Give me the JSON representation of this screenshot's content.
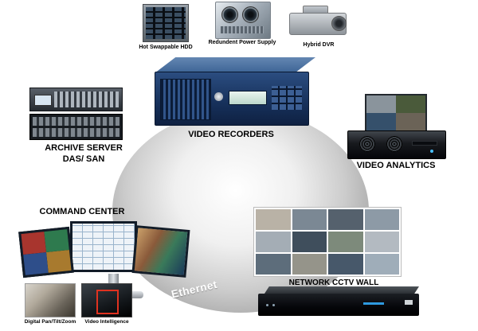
{
  "diagram": {
    "ethernet_label": "Ethernet",
    "nodes": {
      "hot_swappable_hdd": {
        "label": "Hot Swappable HDD"
      },
      "redundant_power_supply": {
        "label": "Redundent Power Supply"
      },
      "hybrid_dvr": {
        "label": "Hybrid DVR"
      },
      "video_recorders": {
        "label": "VIDEO RECORDERS"
      },
      "archive_server": {
        "label_line1": "ARCHIVE SERVER",
        "label_line2": "DAS/ SAN"
      },
      "video_analytics": {
        "label": "VIDEO ANALYTICS"
      },
      "command_center": {
        "label": "COMMAND CENTER"
      },
      "network_cctv_wall": {
        "label": "NETWORK CCTV WALL"
      },
      "digital_pan_tilt_zoom": {
        "label": "Digital Pan/Tilt/Zoom"
      },
      "video_intelligence": {
        "label": "Video Intelligence"
      }
    },
    "cctv_tiles": [
      "#b9b2a6",
      "#7b8894",
      "#55616d",
      "#8d9aa6",
      "#a4adb5",
      "#3f4e5c",
      "#7d8a7b",
      "#b3bac1",
      "#5d6d7b",
      "#95948a",
      "#47586a",
      "#9fadb9"
    ],
    "colors": {
      "ethernet_ring": "#9a9a9a",
      "recorder_navy": "#1e3a66",
      "detection_red": "#e03220"
    }
  }
}
